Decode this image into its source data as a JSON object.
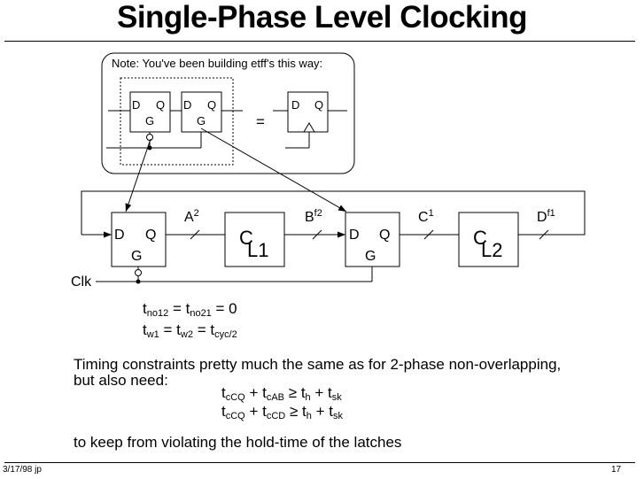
{
  "slide": {
    "title": "Single-Phase Level Clocking",
    "footer_left": "3/17/98 jp",
    "footer_right": "17"
  },
  "note": {
    "text": "Note:  You've been building etff's this way:",
    "latch1": {
      "d": "D",
      "q": "Q",
      "g": "G"
    },
    "latch2": {
      "d": "D",
      "q": "Q",
      "g": "G"
    },
    "equals": "=",
    "flipflop": {
      "d": "D",
      "q": "Q"
    }
  },
  "circuit": {
    "latch1": {
      "d": "D",
      "q": "Q",
      "g": "G"
    },
    "latch2": {
      "d": "D",
      "q": "Q",
      "g": "G"
    },
    "comb1": {
      "c": "C",
      "sub": "L1"
    },
    "comb2": {
      "c": "C",
      "sub": "L2"
    },
    "signal_a": {
      "base": "A",
      "sup": "2"
    },
    "signal_b": {
      "base": "B",
      "sup": "f2"
    },
    "signal_c": {
      "base": "C",
      "sup": "1"
    },
    "signal_d": {
      "base": "D",
      "sup": "f1"
    },
    "clk": "Clk"
  },
  "equations": {
    "eq1": {
      "t1": "t",
      "s1": "no12",
      "m1": " = ",
      "t2": "t",
      "s2": "no21",
      "m2": " = 0"
    },
    "eq2": {
      "t1": "t",
      "s1": "w1",
      "m1": " = ",
      "t2": "t",
      "s2": "w2",
      "m2": " = ",
      "t3": "t",
      "s3": "cyc/2"
    }
  },
  "text": {
    "line1": "Timing constraints pretty much the same as for 2-phase non-overlapping,",
    "line2": "but also need:",
    "line3": "to keep from violating the hold-time of the latches"
  },
  "timing": {
    "c1": {
      "t1": "t",
      "s1": "cCQ",
      "op1": " + ",
      "t2": "t",
      "s2": "cAB",
      "op2": " ≥ ",
      "t3": "t",
      "s3": "h",
      "op3": " + ",
      "t4": "t",
      "s4": "sk"
    },
    "c2": {
      "t1": "t",
      "s1": "cCQ",
      "op1": " + ",
      "t2": "t",
      "s2": "cCD",
      "op2": " ≥ ",
      "t3": "t",
      "s3": "h",
      "op3": " + ",
      "t4": "t",
      "s4": "sk"
    }
  }
}
